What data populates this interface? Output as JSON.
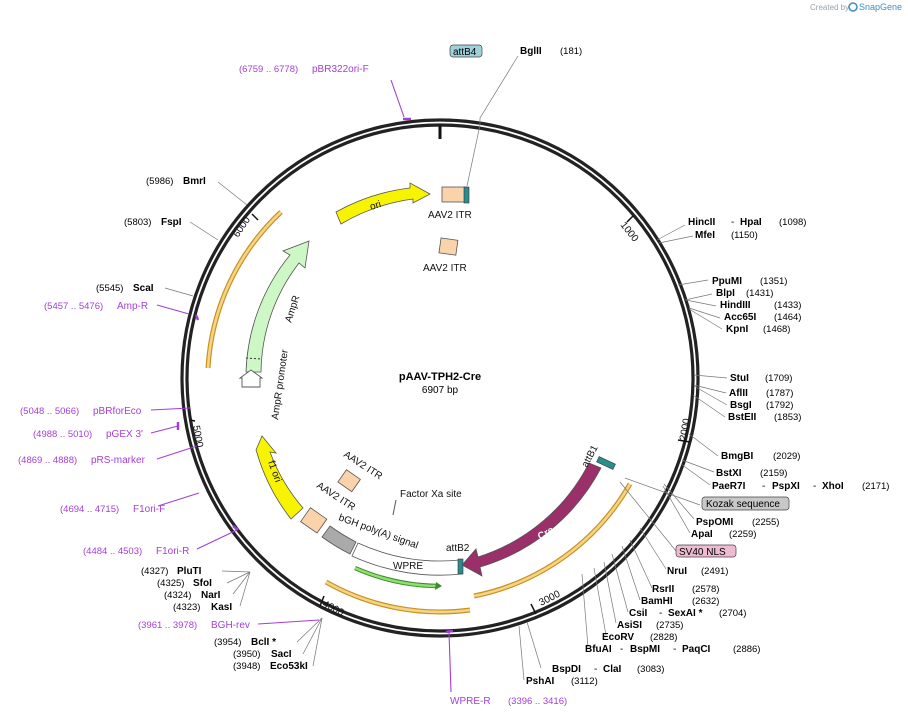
{
  "watermark": {
    "created_by": "Created by",
    "brand": "SnapGene"
  },
  "plasmid": {
    "name": "pAAV-TPH2-Cre",
    "size_label": "6907 bp"
  },
  "ticks": [
    "1000",
    "2000",
    "3000",
    "4000",
    "5000",
    "6000"
  ],
  "enzymes": {
    "BglII": {
      "name": "BglII",
      "pos": "(181)"
    },
    "HincII": {
      "name": "HincII",
      "pos": "(1098)"
    },
    "HpaI": {
      "name": "HpaI",
      "pos": ""
    },
    "MfeI": {
      "name": "MfeI",
      "pos": "(1150)"
    },
    "PpuMI": {
      "name": "PpuMI",
      "pos": "(1351)"
    },
    "BlpI": {
      "name": "BlpI",
      "pos": "(1431)"
    },
    "HindIII": {
      "name": "HindIII",
      "pos": "(1433)"
    },
    "Acc65I": {
      "name": "Acc65I",
      "pos": "(1464)"
    },
    "KpnI": {
      "name": "KpnI",
      "pos": "(1468)"
    },
    "StuI": {
      "name": "StuI",
      "pos": "(1709)"
    },
    "AflII": {
      "name": "AflII",
      "pos": "(1787)"
    },
    "BsgI": {
      "name": "BsgI",
      "pos": "(1792)"
    },
    "BstEII": {
      "name": "BstEII",
      "pos": "(1853)"
    },
    "BmgBI": {
      "name": "BmgBI",
      "pos": "(2029)"
    },
    "BstXI": {
      "name": "BstXI",
      "pos": "(2159)"
    },
    "PaeR7I": {
      "name": "PaeR7I",
      "pos": ""
    },
    "PspXI": {
      "name": "PspXI",
      "pos": ""
    },
    "XhoI": {
      "name": "XhoI",
      "pos": "(2171)"
    },
    "PspOMI": {
      "name": "PspOMI",
      "pos": "(2255)"
    },
    "ApaI": {
      "name": "ApaI",
      "pos": "(2259)"
    },
    "NruI": {
      "name": "NruI",
      "pos": "(2491)"
    },
    "RsrII": {
      "name": "RsrII",
      "pos": "(2578)"
    },
    "BamHI": {
      "name": "BamHI",
      "pos": "(2632)"
    },
    "CsiI": {
      "name": "CsiI",
      "pos": ""
    },
    "SexAI": {
      "name": "SexAI *",
      "pos": "(2704)"
    },
    "AsiSI": {
      "name": "AsiSI",
      "pos": "(2735)"
    },
    "EcoRV": {
      "name": "EcoRV",
      "pos": "(2828)"
    },
    "BfuAI": {
      "name": "BfuAI",
      "pos": ""
    },
    "BspMI": {
      "name": "BspMI",
      "pos": ""
    },
    "PaqCI": {
      "name": "PaqCI",
      "pos": "(2886)"
    },
    "BspDI": {
      "name": "BspDI",
      "pos": ""
    },
    "ClaI": {
      "name": "ClaI",
      "pos": "(3083)"
    },
    "PshAI": {
      "name": "PshAI",
      "pos": "(3112)"
    },
    "Eco53kI": {
      "name": "Eco53kI",
      "pos": "(3948)"
    },
    "SacI": {
      "name": "SacI",
      "pos": "(3950)"
    },
    "BclI": {
      "name": "BclI *",
      "pos": "(3954)"
    },
    "KasI": {
      "name": "KasI",
      "pos": "(4323)"
    },
    "NarI": {
      "name": "NarI",
      "pos": "(4324)"
    },
    "SfoI": {
      "name": "SfoI",
      "pos": "(4325)"
    },
    "PluTI": {
      "name": "PluTI",
      "pos": "(4327)"
    },
    "ScaI": {
      "name": "ScaI",
      "pos": "(5545)"
    },
    "FspI": {
      "name": "FspI",
      "pos": "(5803)"
    },
    "BmrI": {
      "name": "BmrI",
      "pos": "(5986)"
    },
    "dash": "-"
  },
  "primers": {
    "pBR322oriF": {
      "range": "(6759 .. 6778)",
      "name": "pBR322ori-F"
    },
    "AmpR": {
      "range": "(5457 .. 5476)",
      "name": "Amp-R"
    },
    "pBRforEco": {
      "range": "(5048 .. 5066)",
      "name": "pBRforEco"
    },
    "pGEX3": {
      "range": "(4988 .. 5010)",
      "name": "pGEX 3'"
    },
    "pRSmarker": {
      "range": "(4869 .. 4888)",
      "name": "pRS-marker"
    },
    "F1oriF": {
      "range": "(4694 .. 4715)",
      "name": "F1ori-F"
    },
    "F1oriR": {
      "range": "(4484 .. 4503)",
      "name": "F1ori-R"
    },
    "BGHrev": {
      "range": "(3961 .. 3978)",
      "name": "BGH-rev"
    },
    "WPRER": {
      "range": "(3396 .. 3416)",
      "name": "WPRE-R"
    }
  },
  "boxed_features": {
    "attB4": "attB4",
    "kozak": "Kozak sequence",
    "sv40": "SV40 NLS"
  },
  "features": {
    "ori": "ori",
    "aav2_itr": "AAV2 ITR",
    "ampr": "AmpR",
    "ampr_promoter": "AmpR promoter",
    "f1_ori": "f1 ori",
    "bgh": "bGH poly(A) signal",
    "wpre": "WPRE",
    "cre": "Cre",
    "attB1": "attB1",
    "attB2": "attB2",
    "factor_xa": "Factor Xa site"
  },
  "colors": {
    "ori": "#f8f400",
    "ampr": "#cdf7c4",
    "cre": "#9a2f6a",
    "itr": "#fbd3ab",
    "primer": "#a23fd8",
    "orange": "#f5b942",
    "green_arc": "#65c14c",
    "attB4_box": "#9fd1da",
    "kozak_box": "#c8c8c8",
    "sv40_box": "#eebbd0"
  }
}
